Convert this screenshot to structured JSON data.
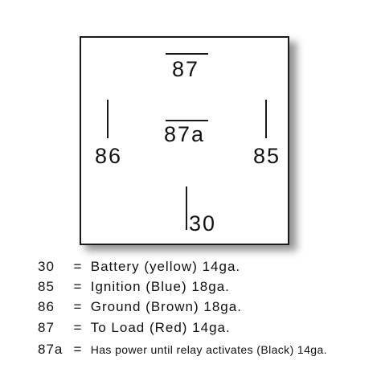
{
  "diagram": {
    "pins": {
      "pin_87": "87",
      "pin_87a": "87a",
      "pin_86": "86",
      "pin_85": "85",
      "pin_30": "30"
    }
  },
  "legend": [
    {
      "pin": "30",
      "eq": "=",
      "desc": "Battery (yellow) 14ga."
    },
    {
      "pin": "85",
      "eq": "=",
      "desc": "Ignition (Blue) 18ga."
    },
    {
      "pin": "86",
      "eq": "=",
      "desc": "Ground (Brown) 18ga."
    },
    {
      "pin": "87",
      "eq": "=",
      "desc": "To Load (Red) 14ga."
    },
    {
      "pin": "87a",
      "eq": "=",
      "desc": "Has power until relay activates (Black) 14ga."
    }
  ]
}
